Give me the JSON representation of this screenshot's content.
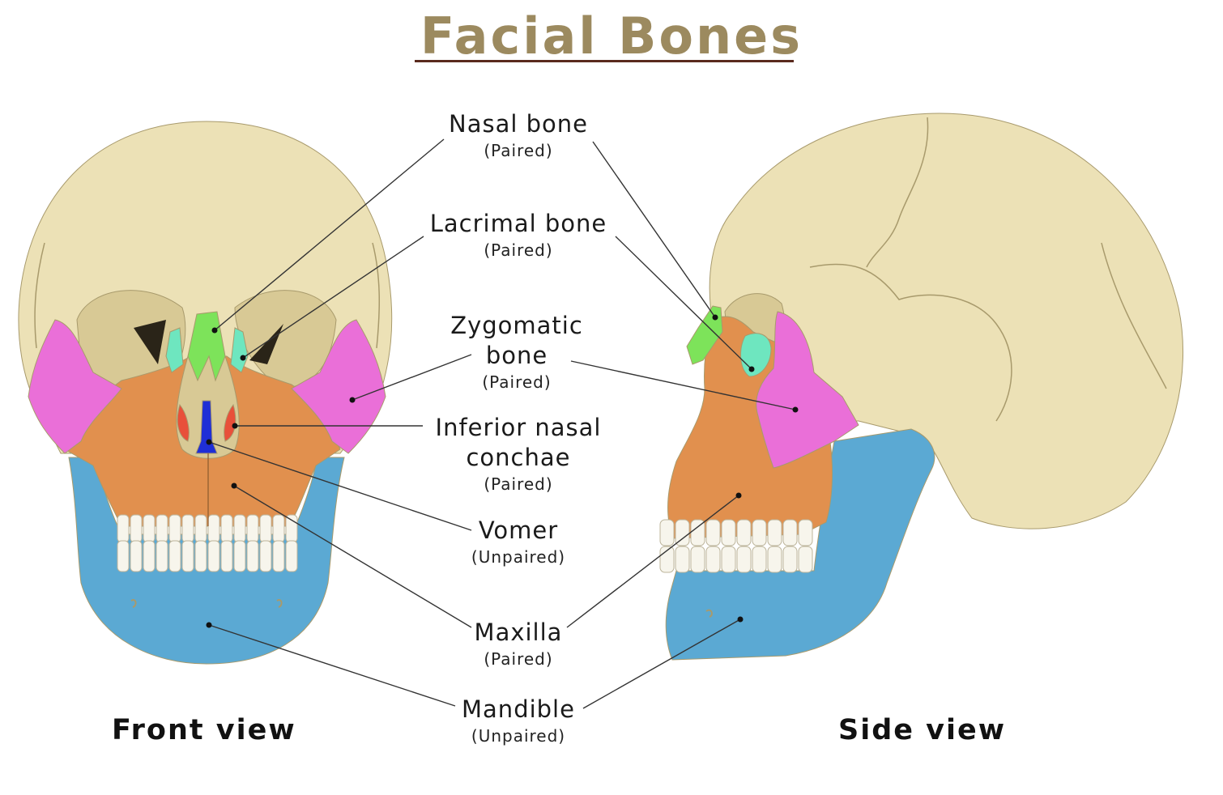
{
  "title": "Facial Bones",
  "colors": {
    "title": "#9c8a5f",
    "title_rule": "#5a2a1e",
    "bone": "#ece1b6",
    "bone_shadow": "#d8c995",
    "suture": "#a89a6c",
    "nasal": "#7de35a",
    "lacrimal": "#6ee6bf",
    "zygomatic": "#ea6fd8",
    "inferior_nasal_conchae": "#e8503a",
    "vomer": "#1f2fd6",
    "maxilla": "#e1904e",
    "mandible": "#5ba9d3",
    "teeth": "#f7f5ec",
    "leader_line": "#333333"
  },
  "labels": [
    {
      "id": "nasal",
      "name": "Nasal bone",
      "qualifier": "(Paired)"
    },
    {
      "id": "lacrimal",
      "name": "Lacrimal bone",
      "qualifier": "(Paired)"
    },
    {
      "id": "zygomatic",
      "name": "Zygomatic bone",
      "qualifier": "(Paired)"
    },
    {
      "id": "conchae",
      "name": "Inferior nasal conchae",
      "qualifier": "(Paired)"
    },
    {
      "id": "vomer",
      "name": "Vomer",
      "qualifier": "(Unpaired)"
    },
    {
      "id": "maxilla",
      "name": "Maxilla",
      "qualifier": "(Paired)"
    },
    {
      "id": "mandible",
      "name": "Mandible",
      "qualifier": "(Unpaired)"
    }
  ],
  "views": {
    "front": "Front view",
    "side": "Side view"
  }
}
